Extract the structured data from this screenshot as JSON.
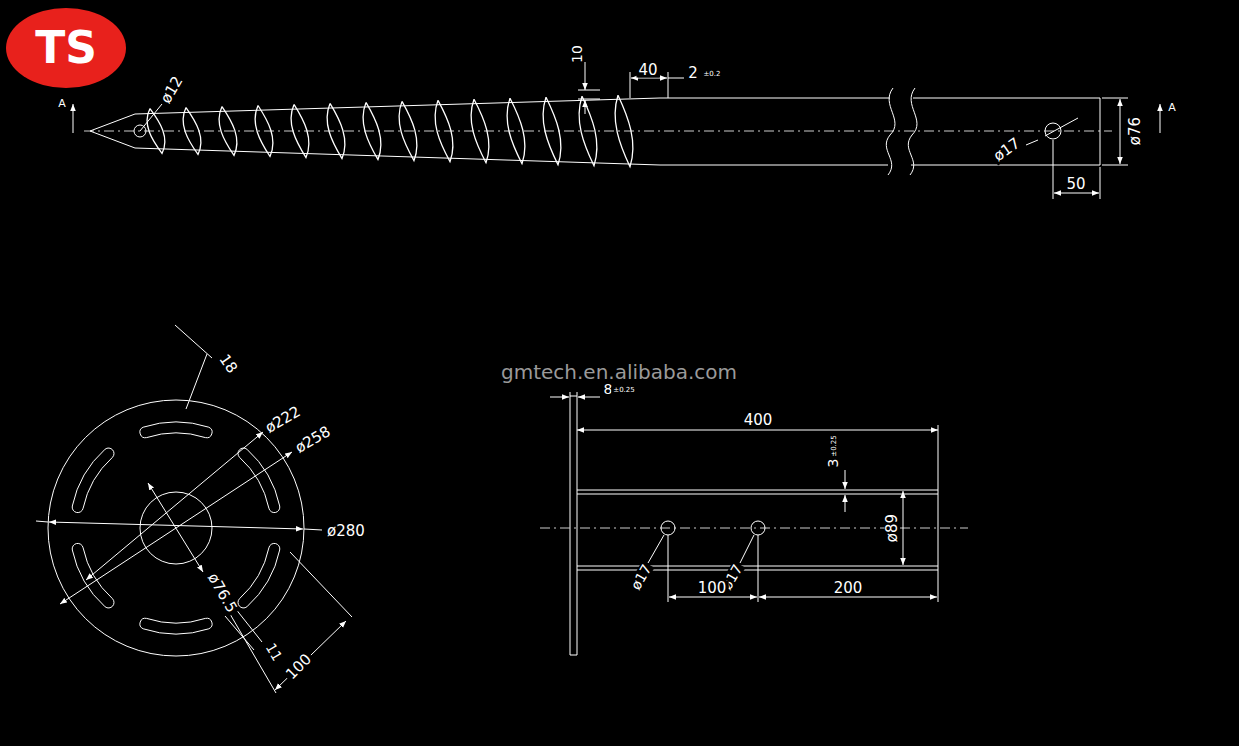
{
  "diagram": {
    "labels": [
      "TS",
      "A",
      "A",
      "ø12",
      "10",
      "40",
      "2",
      "±0.2",
      "ø17",
      "ø76",
      "50",
      "18",
      "ø222",
      "ø258",
      "ø280",
      "ø76.5",
      "11",
      "100",
      "gmtech.en.alibaba.com",
      "8",
      "±0.25",
      "400",
      "3",
      "±0.25",
      "ø89",
      "ø17",
      "ø17",
      "100",
      "200"
    ]
  }
}
